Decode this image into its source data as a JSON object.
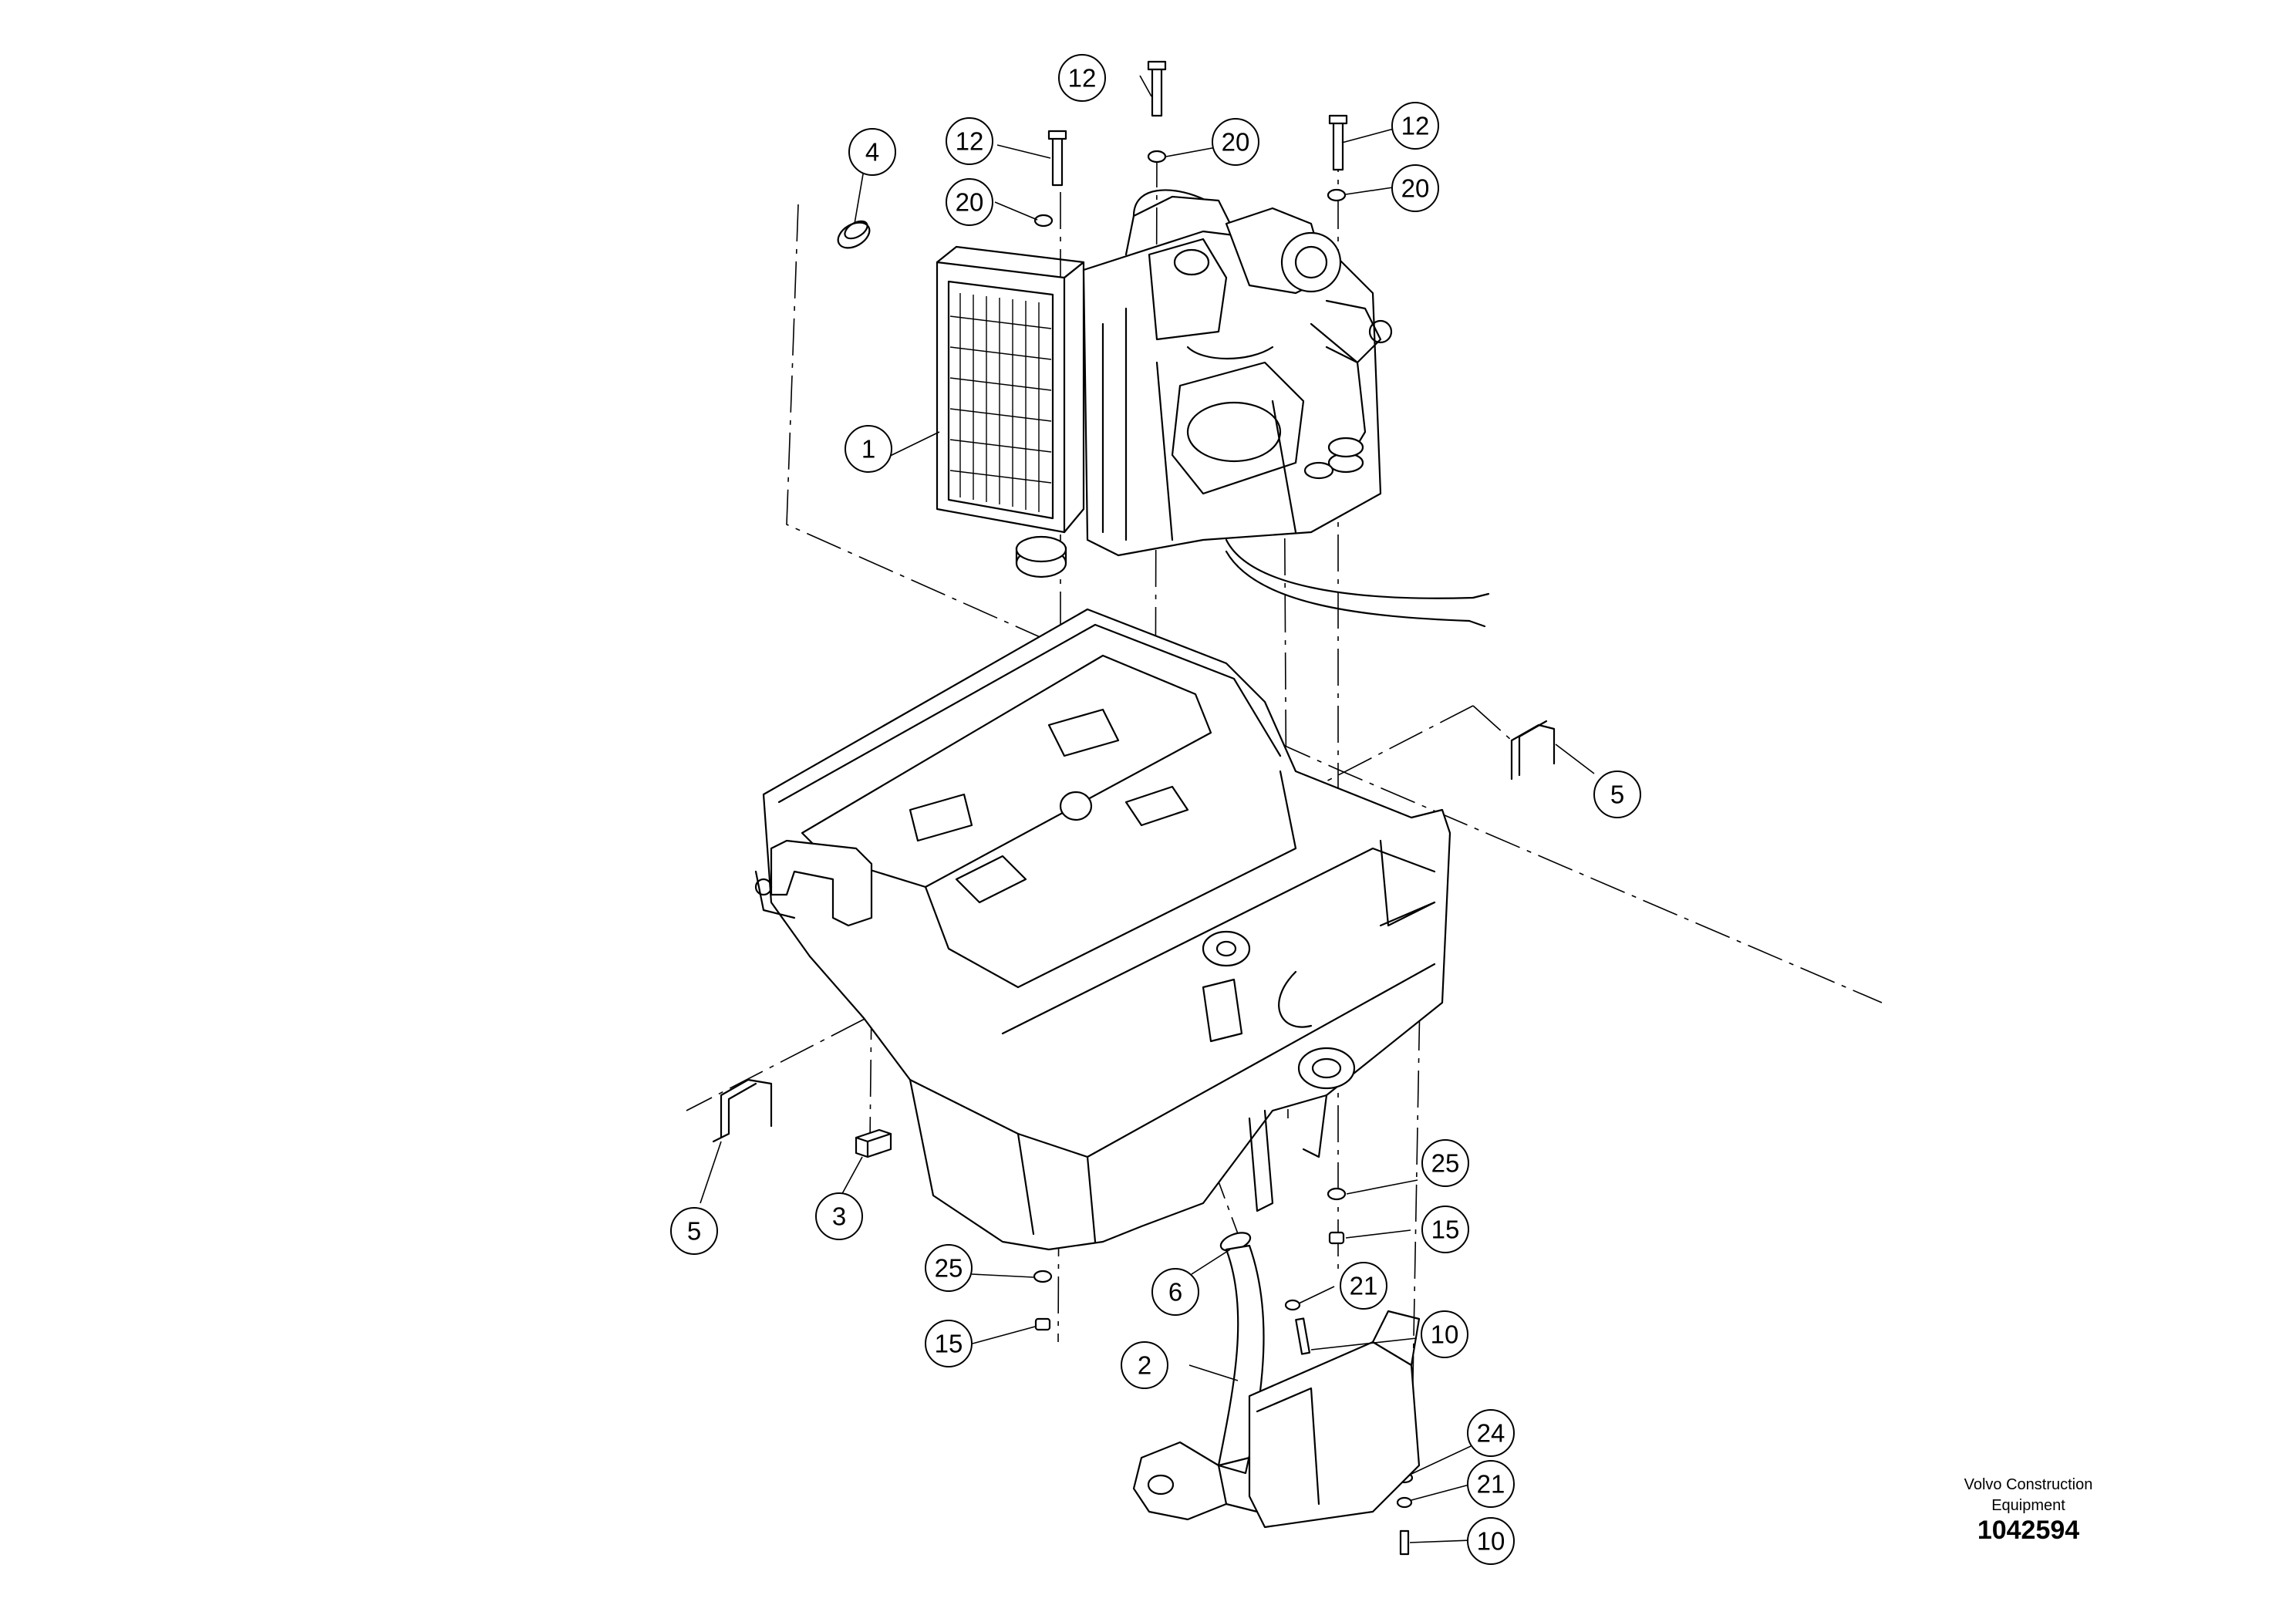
{
  "callouts": [
    "12",
    "12",
    "12",
    "20",
    "20",
    "20",
    "4",
    "1",
    "5",
    "5",
    "3",
    "25",
    "15",
    "25",
    "15",
    "6",
    "21",
    "10",
    "2",
    "24",
    "21",
    "10"
  ],
  "footer": {
    "brand_line1": "Volvo Construction",
    "brand_line2": "Equipment",
    "drawing_number": "1042594"
  }
}
